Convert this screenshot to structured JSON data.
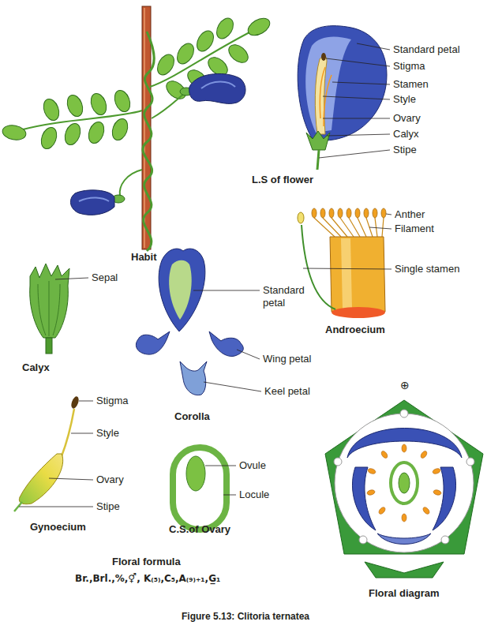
{
  "diagram": {
    "caption": "Figure 5.13: Clitoria ternatea",
    "labels": [
      "Standard petal",
      "Stigma",
      "Stamen",
      "Style",
      "Ovary",
      "Calyx",
      "Stipe",
      "L.S of flower",
      "Anther",
      "Filament",
      "Single stamen",
      "Androecium",
      "Habit",
      "Sepal",
      "Calyx",
      "Standard petal",
      "Wing petal",
      "Keel petal",
      "Corolla",
      "Stigma",
      "Style",
      "Ovary",
      "Stipe",
      "Gynoecium",
      "Ovule",
      "Locule",
      "C.S.of Ovary",
      "⊕",
      "Floral formula",
      "Br.,Brl.,%,⚥, K₍₅₎,C₅,A₍₉₎₊₁,G̲₁",
      "Floral diagram"
    ]
  }
}
